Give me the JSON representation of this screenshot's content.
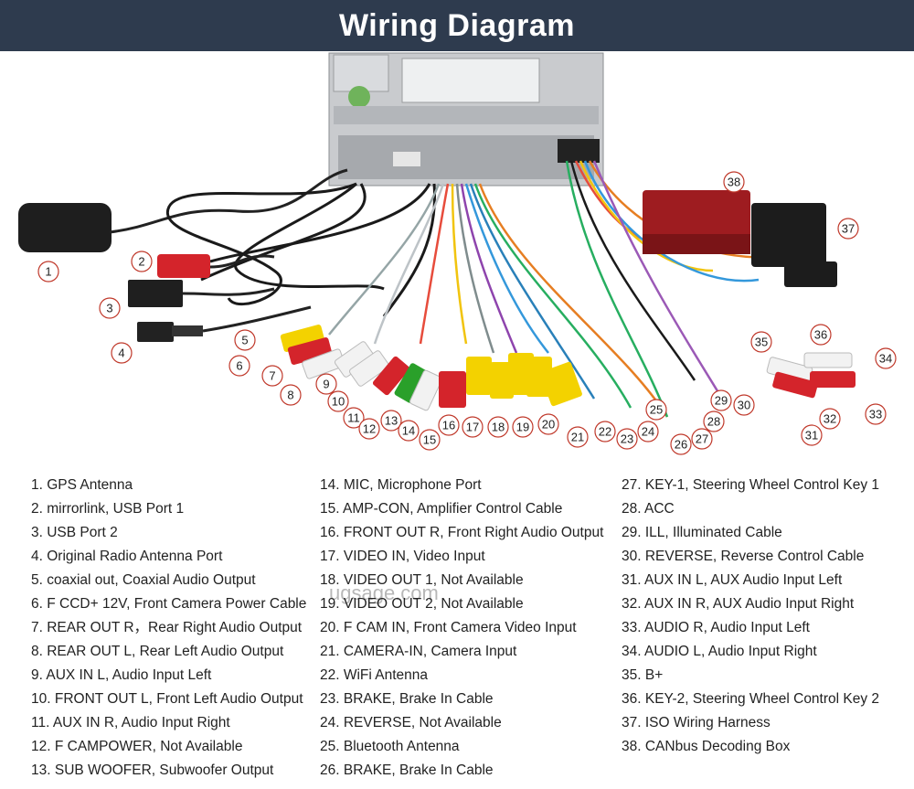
{
  "header": {
    "title": "Wiring Diagram"
  },
  "watermark": "ugsage.com",
  "colors": {
    "header_bg": "#2e3b4e",
    "callout_border": "#c0392b"
  },
  "callouts": [
    "1",
    "2",
    "3",
    "4",
    "5",
    "6",
    "7",
    "8",
    "9",
    "10",
    "11",
    "12",
    "13",
    "14",
    "15",
    "16",
    "17",
    "18",
    "19",
    "20",
    "21",
    "22",
    "23",
    "24",
    "25",
    "26",
    "27",
    "28",
    "29",
    "30",
    "31",
    "32",
    "33",
    "34",
    "35",
    "36",
    "37",
    "38"
  ],
  "legend": {
    "col1": [
      "1. GPS Antenna",
      "2. mirrorlink, USB Port 1",
      "3. USB Port 2",
      "4. Original Radio Antenna Port",
      "5. coaxial out, Coaxial Audio Output",
      "6. F CCD+ 12V, Front Camera Power Cable",
      "7. REAR OUT R，Rear Right Audio Output",
      "8. REAR OUT L, Rear Left Audio Output",
      "9. AUX IN L, Audio Input Left",
      "10. FRONT OUT L, Front Left Audio Output",
      "11. AUX IN R, Audio Input Right",
      "12. F CAMPOWER, Not Available",
      "13. SUB WOOFER, Subwoofer Output"
    ],
    "col2": [
      "14. MIC, Microphone Port",
      "15. AMP-CON, Amplifier Control Cable",
      "16. FRONT OUT R, Front Right Audio Output",
      "17. VIDEO IN, Video Input",
      "18. VIDEO OUT 1, Not Available",
      "19. VIDEO OUT 2, Not Available",
      "20. F CAM IN, Front Camera Video Input",
      "21. CAMERA-IN, Camera Input",
      "22. WiFi Antenna",
      "23. BRAKE, Brake In Cable",
      "24. REVERSE, Not Available",
      "25. Bluetooth Antenna",
      "26. BRAKE, Brake In Cable"
    ],
    "col3": [
      "27. KEY-1, Steering Wheel Control Key 1",
      "28. ACC",
      "29. ILL, Illuminated Cable",
      "30. REVERSE, Reverse Control Cable",
      "31. AUX IN L, AUX Audio Input Left",
      "32. AUX IN R, AUX Audio Input Right",
      "33. AUDIO R, Audio Input Left",
      "34. AUDIO L, Audio Input Right",
      "35. B+",
      "36. KEY-2, Steering Wheel Control Key 2",
      "37. ISO Wiring Harness",
      "38. CANbus Decoding Box"
    ]
  }
}
